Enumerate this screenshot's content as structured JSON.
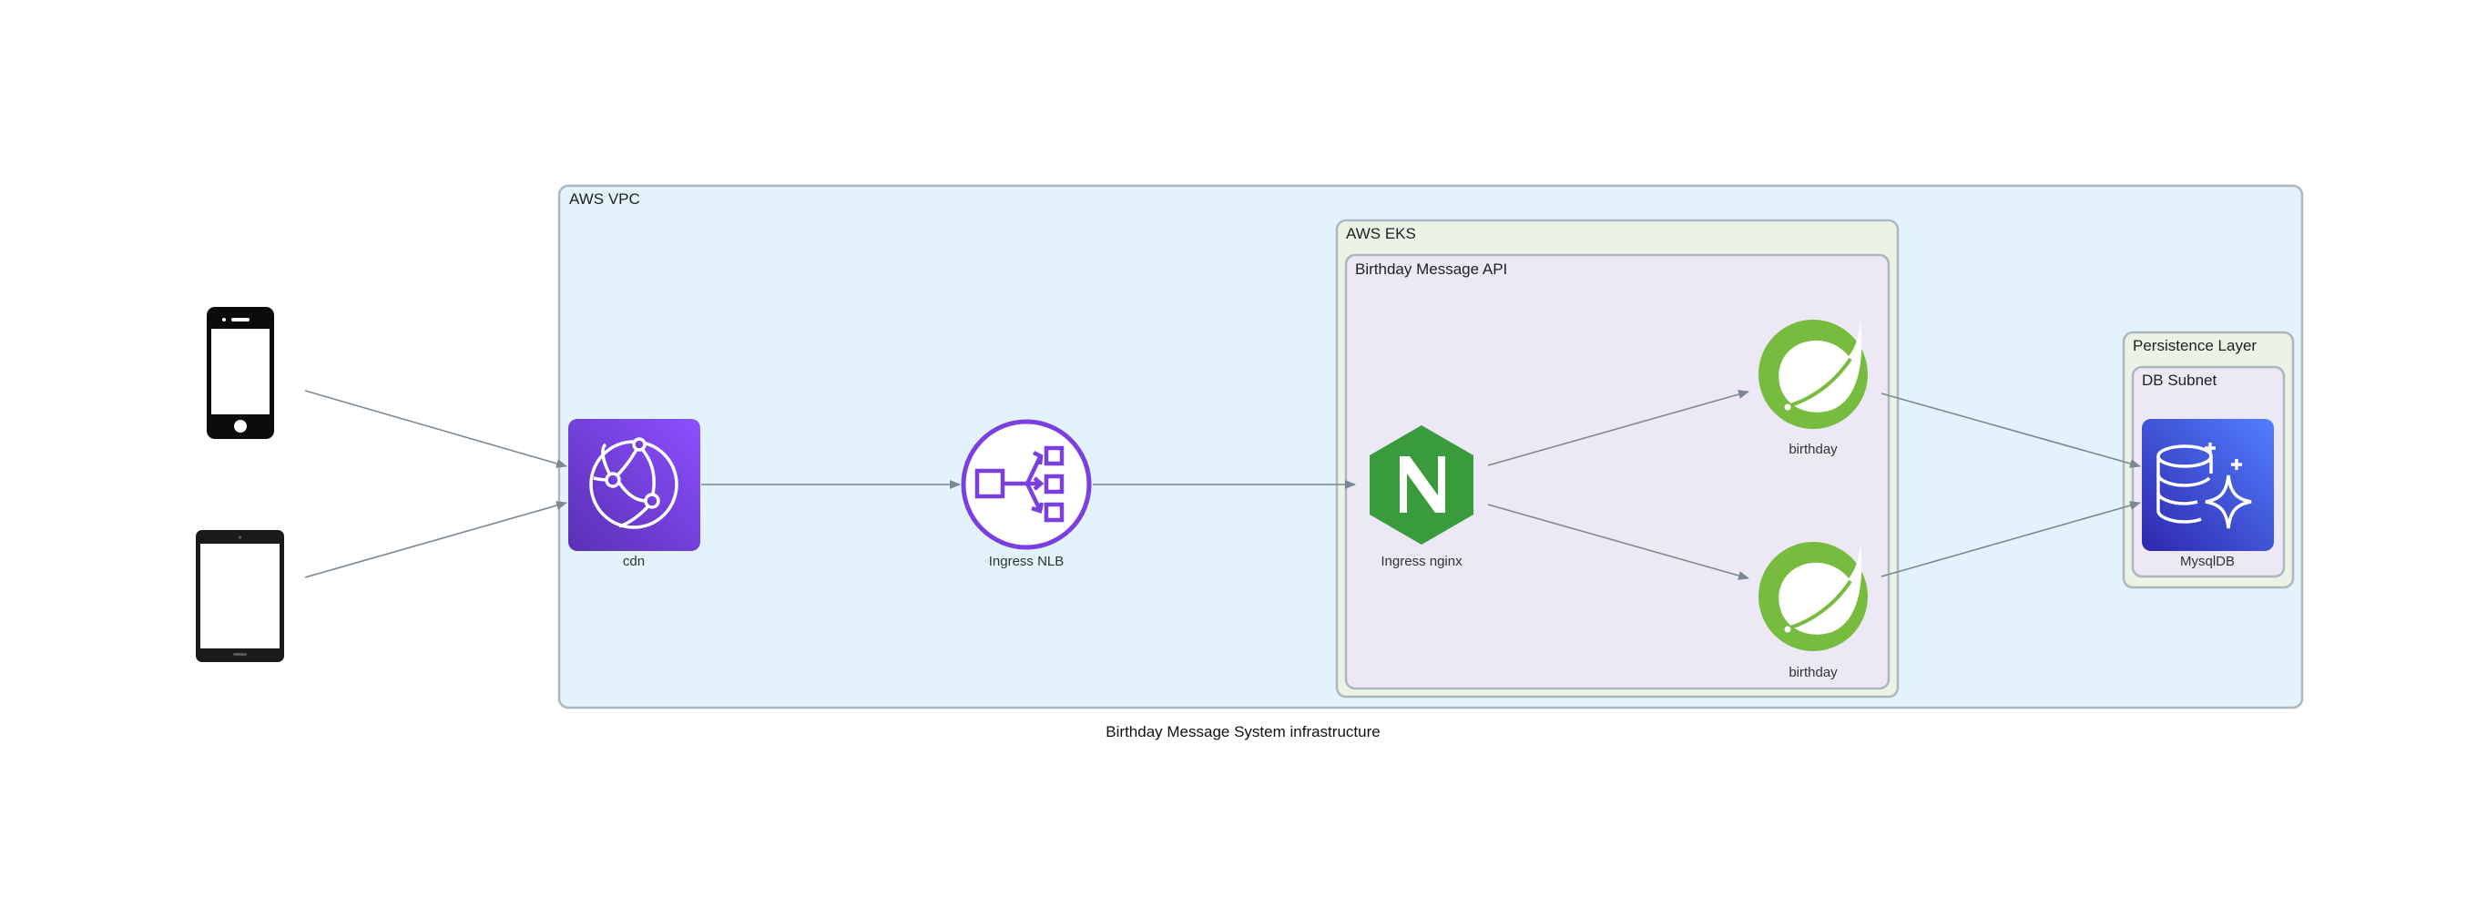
{
  "diagram": {
    "caption": "Birthday Message System infrastructure",
    "clusters": {
      "vpc": "AWS VPC",
      "eks": "AWS EKS",
      "api": "Birthday Message API",
      "persistence": "Persistence Layer",
      "db_subnet": "DB Subnet"
    },
    "nodes": {
      "mobile": {
        "icon": "mobile-phone-icon",
        "label": ""
      },
      "tablet": {
        "icon": "tablet-icon",
        "label": ""
      },
      "cdn": {
        "icon": "aws-cloudfront-icon",
        "label": "cdn"
      },
      "nlb": {
        "icon": "aws-network-load-balancer-icon",
        "label": "Ingress NLB"
      },
      "nginx": {
        "icon": "nginx-icon",
        "label": "Ingress nginx"
      },
      "birthday_1": {
        "icon": "spring-leaf-icon",
        "label": "birthday"
      },
      "birthday_2": {
        "icon": "spring-leaf-icon",
        "label": "birthday"
      },
      "mysql": {
        "icon": "aws-aurora-database-icon",
        "label": "MysqlDB"
      }
    },
    "edges": [
      {
        "from": "mobile",
        "to": "cdn"
      },
      {
        "from": "tablet",
        "to": "cdn"
      },
      {
        "from": "cdn",
        "to": "nlb"
      },
      {
        "from": "nlb",
        "to": "nginx"
      },
      {
        "from": "nginx",
        "to": "birthday_1"
      },
      {
        "from": "nginx",
        "to": "birthday_2"
      },
      {
        "from": "birthday_1",
        "to": "mysql"
      },
      {
        "from": "birthday_2",
        "to": "mysql"
      }
    ],
    "colors": {
      "vpc_fill": "#e2f3fb",
      "eks_fill": "#ebf3e7",
      "api_fill": "#ece8f6",
      "border": "#aeb6be",
      "edge": "#7b8894",
      "cdn": "#8c4fff",
      "nlb": "#8c4fff",
      "nginx": "#3a9b3d",
      "spring": "#77bc3f",
      "aurora": "#4d72f3"
    }
  }
}
